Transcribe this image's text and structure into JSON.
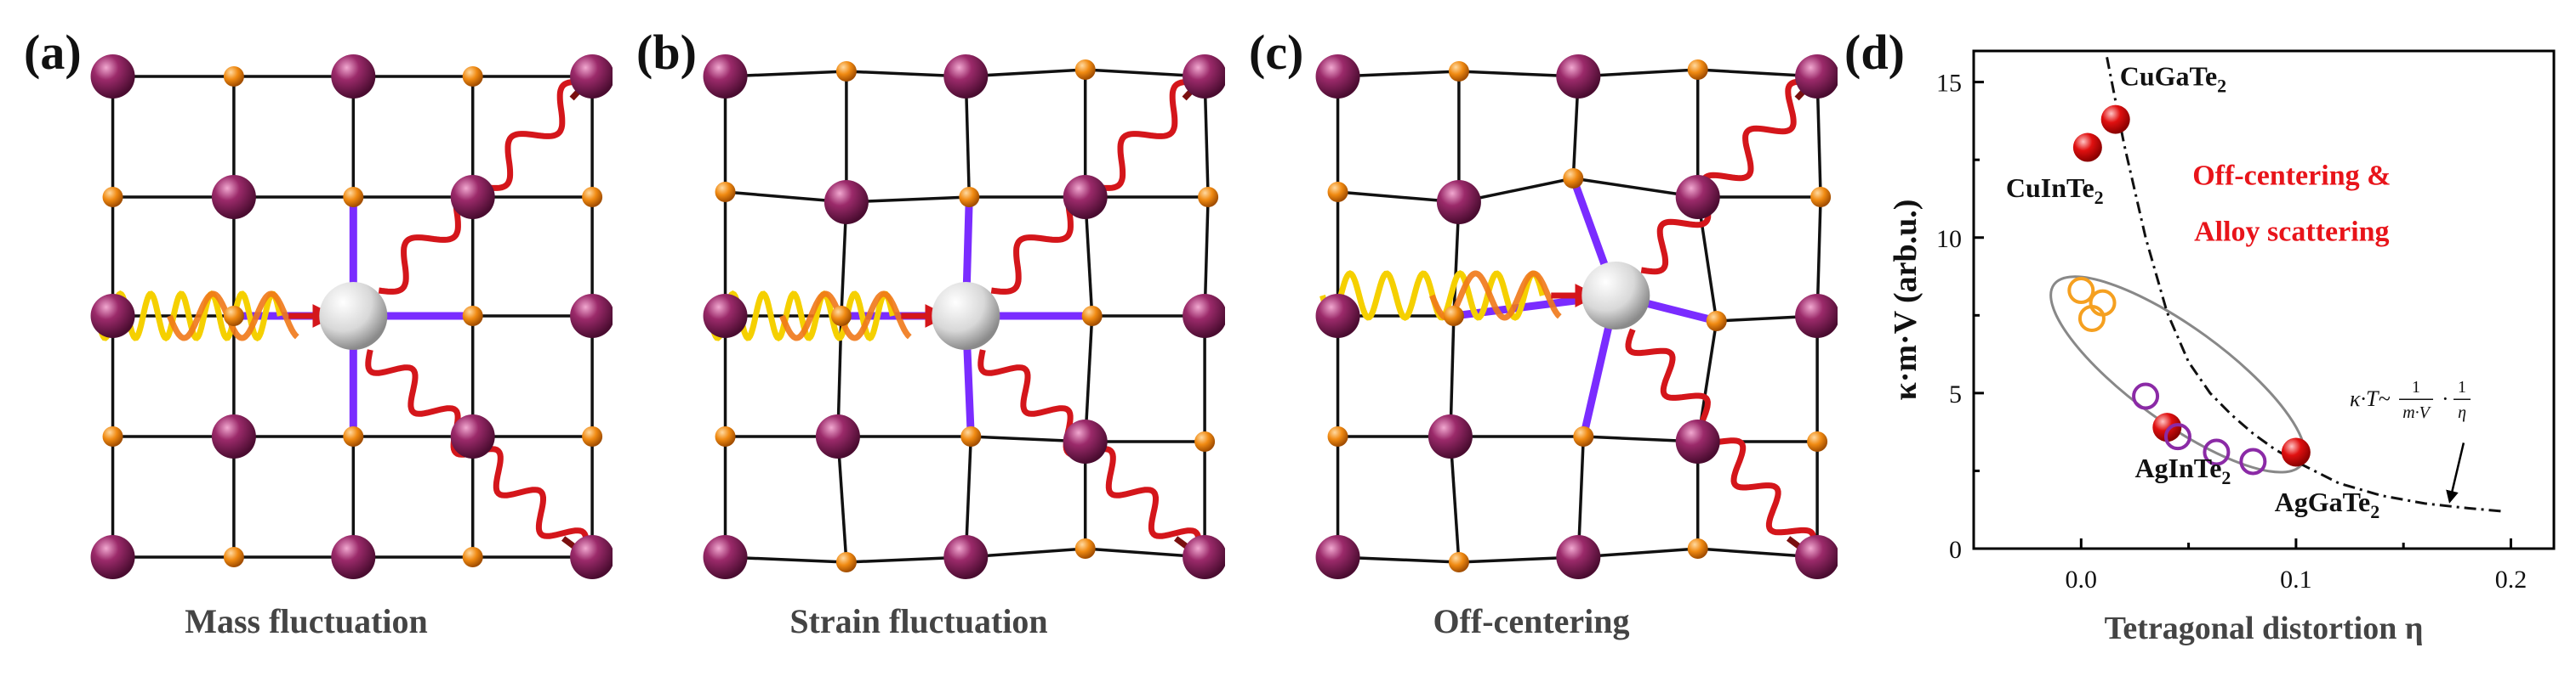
{
  "panels": [
    {
      "label": "(a)",
      "title": "Mass fluctuation"
    },
    {
      "label": "(b)",
      "title": "Strain fluctuation"
    },
    {
      "label": "(c)",
      "title": "Off-centering"
    },
    {
      "label": "(d)"
    }
  ],
  "colors": {
    "large_atom": "#9b2a6a",
    "small_atom": "#f08a12",
    "bond": "#111111",
    "defect_bond": "#7a2cff",
    "defect_atom": "#d8d8d8",
    "incoming_wave": "#f5d000",
    "scattered_wave": "#d4161b",
    "red_marker": "#e01010",
    "orange_marker": "#f5a020",
    "purple_marker": "#8b2aa6",
    "annotation_red": "#e8141a"
  },
  "chart_data": {
    "type": "scatter",
    "xlabel": "Tetragonal distortion η",
    "ylabel": "κ·m·V (arb.u.)",
    "xlim": [
      -0.05,
      0.22
    ],
    "ylim": [
      0,
      16
    ],
    "xticks": [
      "0.0",
      "0.1",
      "0.2"
    ],
    "yticks": [
      "0",
      "5",
      "10",
      "15"
    ],
    "series": [
      {
        "name": "CuGaTe2",
        "marker": "filled-red",
        "points": [
          [
            0.016,
            13.8
          ]
        ]
      },
      {
        "name": "CuInTe2",
        "marker": "filled-red",
        "points": [
          [
            0.003,
            12.9
          ]
        ]
      },
      {
        "name": "AgInTe2",
        "marker": "filled-red",
        "points": [
          [
            0.04,
            3.9
          ]
        ]
      },
      {
        "name": "AgGaTe2",
        "marker": "filled-red",
        "points": [
          [
            0.1,
            3.1
          ]
        ]
      },
      {
        "marker": "open-orange",
        "points": [
          [
            0.0,
            8.3
          ],
          [
            0.01,
            7.9
          ],
          [
            0.005,
            7.4
          ]
        ]
      },
      {
        "marker": "open-purple",
        "points": [
          [
            0.03,
            4.9
          ],
          [
            0.045,
            3.6
          ],
          [
            0.063,
            3.1
          ],
          [
            0.08,
            2.8
          ]
        ]
      }
    ],
    "fit_curve": [
      [
        0.012,
        15.8
      ],
      [
        0.02,
        13.0
      ],
      [
        0.03,
        10.0
      ],
      [
        0.04,
        7.6
      ],
      [
        0.05,
        6.0
      ],
      [
        0.06,
        5.0
      ],
      [
        0.07,
        4.3
      ],
      [
        0.08,
        3.7
      ],
      [
        0.09,
        3.2
      ],
      [
        0.1,
        2.8
      ],
      [
        0.12,
        2.1
      ],
      [
        0.14,
        1.7
      ],
      [
        0.16,
        1.45
      ],
      [
        0.18,
        1.3
      ],
      [
        0.196,
        1.2
      ]
    ],
    "labels": [
      {
        "text": "CuGaTe",
        "sub": "2",
        "x": 0.018,
        "y": 14.9
      },
      {
        "text": "CuInTe",
        "sub": "2",
        "x": -0.035,
        "y": 11.3
      },
      {
        "text": "AgInTe",
        "sub": "2",
        "x": 0.025,
        "y": 2.3
      },
      {
        "text": "AgGaTe",
        "sub": "2",
        "x": 0.09,
        "y": 1.2
      }
    ],
    "annotation": {
      "line1": "Off-centering &",
      "line2": "Alloy scattering"
    },
    "formula": {
      "lead": "κ·T~",
      "frac1_num": "1",
      "frac1_den": "m·V",
      "dot": "·",
      "frac2_num": "1",
      "frac2_den": "η"
    }
  }
}
